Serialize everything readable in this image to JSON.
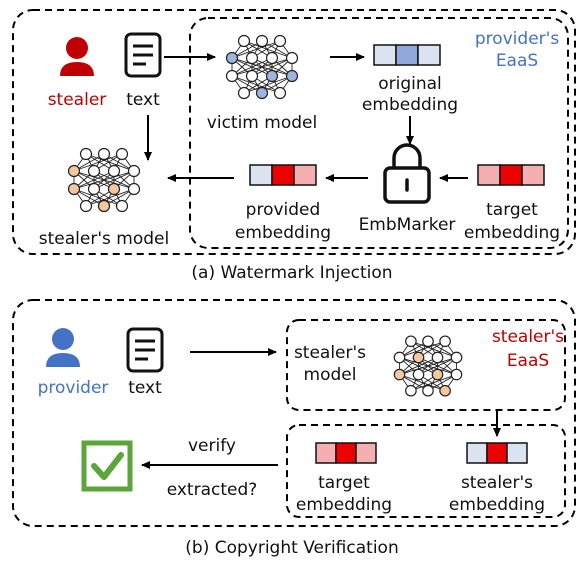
{
  "panel_a": {
    "caption": "(a) Watermark Injection",
    "stealer_label": "stealer",
    "text_label": "text",
    "victim_label": "victim model",
    "original_line1": "original",
    "original_line2": "embedding",
    "provider_line1": "provider's",
    "provider_line2": "EaaS",
    "stealers_model_label": "stealer's model",
    "provided_line1": "provided",
    "provided_line2": "embedding",
    "embmarker_label": "EmbMarker",
    "target_line1": "target",
    "target_line2": "embedding"
  },
  "panel_b": {
    "caption": "(b) Copyright  Verification",
    "provider_label": "provider",
    "text_label": "text",
    "stealers_model_line1": "stealer's",
    "stealers_model_line2": "model",
    "eaas_line1": "stealer's",
    "eaas_line2": "EaaS",
    "verify_label": "verify",
    "extracted_label": "extracted?",
    "target_line1": "target",
    "target_line2": "embedding",
    "stealer_emb_line1": "stealer's",
    "stealer_emb_line2": "embedding"
  },
  "colors": {
    "stealer_red": "#c00000",
    "provider_blue": "#4472c4",
    "emb_light_blue": "#dce3f0",
    "emb_blue": "#8fa8d8",
    "emb_pink": "#f4b0b0",
    "emb_red": "#ee0000",
    "nn_orange": "#f4c7a1",
    "nn_blue": "#9db4dc",
    "check_green": "#5aa63a"
  }
}
